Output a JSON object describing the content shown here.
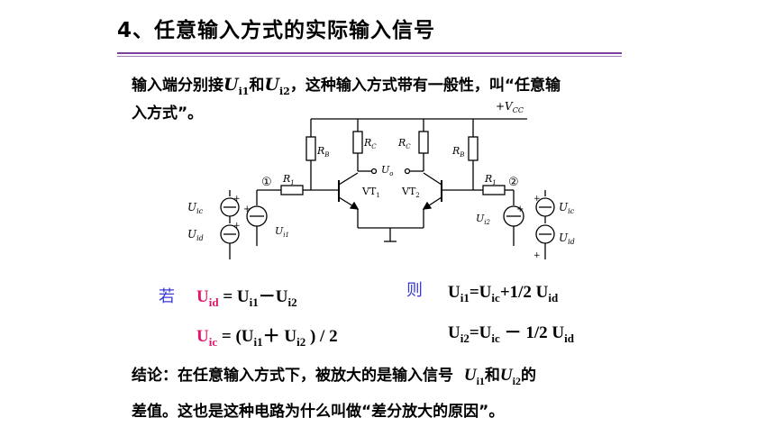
{
  "title": "4、任意输入方式的实际输入信号",
  "intro": {
    "line1_pre": "输入端分别接",
    "u_i1": "Ui1",
    "he": "和",
    "u_i2": "Ui2",
    "line1_post": "，这种输入方式带有一般性，叫“任意输",
    "line2": "入方式”。"
  },
  "circuit": {
    "vcc": "+VCC",
    "rb": "RB",
    "rc": "RC",
    "r1": "R1",
    "uo": "Uo",
    "vt1": "VT1",
    "vt2": "VT2",
    "node1": "①",
    "node2": "②",
    "ui1": "Ui1",
    "ui2": "Ui2",
    "uic": "Uic",
    "uid": "Uid"
  },
  "equations": {
    "ruo": "若",
    "ze": "则",
    "eq1_lhs": "U",
    "eq1_lhs_sub": "id",
    "eq1_rhs": " = U",
    "eq1_rhs_sub1": "i1",
    "eq1_minus": "－U",
    "eq1_rhs_sub2": "i2",
    "eq2_lhs": "U",
    "eq2_lhs_sub": "ic",
    "eq2_rhs_a": " = (U",
    "eq2_sub1": "i1",
    "eq2_plus": "＋ U",
    "eq2_sub2": "i2",
    "eq2_tail": " ) / 2",
    "eq3": "U",
    "eq3_sub": "i1",
    "eq3_b": "=U",
    "eq3_sub2": "ic",
    "eq3_c": "+1/2 U",
    "eq3_sub3": "id",
    "eq4": "U",
    "eq4_sub": "i2",
    "eq4_b": "=U",
    "eq4_sub2": "ic",
    "eq4_c": " － 1/2 U",
    "eq4_sub3": "id"
  },
  "conclusion": {
    "line1_pre": "结论：在任意输入方式下，被放大的是输入信号",
    "u_i1": "Ui1",
    "he": "和",
    "u_i2": "Ui2",
    "line1_post": "的",
    "line2": "差值。这也是这种电路为什么叫做“差分放大的原因”。"
  },
  "colors": {
    "accent": "#7b3fa0",
    "magenta": "#e0156b",
    "blue": "#3a3ad6"
  }
}
